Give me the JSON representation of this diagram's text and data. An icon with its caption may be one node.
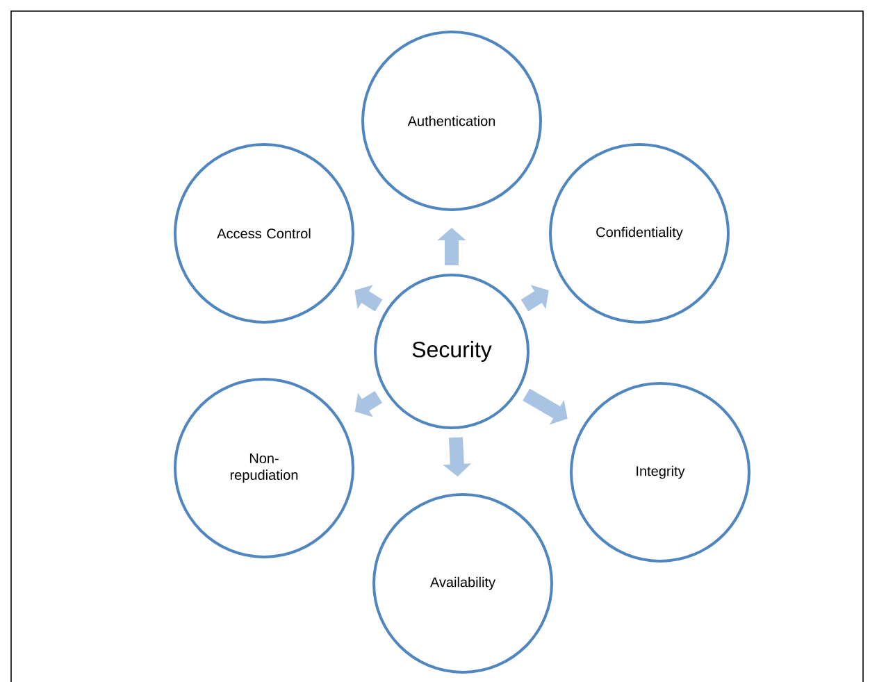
{
  "diagram": {
    "nodes": [
      {
        "text": [
          "Security"
        ]
      },
      {
        "text": [
          "Authentication"
        ]
      },
      {
        "text": [
          "Confidentiality"
        ]
      },
      {
        "text": [
          "Integrity"
        ]
      },
      {
        "text": [
          "Availability"
        ]
      },
      {
        "text": [
          "Non-repudiation"
        ]
      },
      {
        "text": [
          "Access Control"
        ]
      }
    ],
    "edges": [
      {
        "from": 0,
        "to": 1,
        "arrow": "to"
      },
      {
        "from": 0,
        "to": 2,
        "arrow": "to"
      },
      {
        "from": 0,
        "to": 3,
        "arrow": "to"
      },
      {
        "from": 0,
        "to": 4,
        "arrow": "to"
      },
      {
        "from": 0,
        "to": 5,
        "arrow": "to"
      },
      {
        "from": 0,
        "to": 6,
        "arrow": "to"
      }
    ]
  }
}
